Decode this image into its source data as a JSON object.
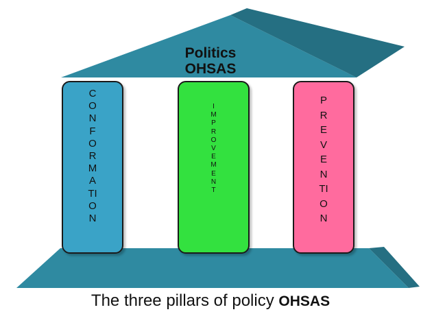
{
  "roof": {
    "line1": "Politics",
    "line2": "OHSAS"
  },
  "pillars": [
    {
      "label": "CONFORMATION"
    },
    {
      "label": "IMPROVEMENT"
    },
    {
      "label": "PREVENTION"
    }
  ],
  "caption": {
    "text": "The three pillars of policy",
    "bold": "OHSAS"
  },
  "colors": {
    "roof_and_base": "#2f8aa1",
    "roof_side": "#256f82",
    "pillar_left": "#3aa3c7",
    "pillar_middle": "#33e13f",
    "pillar_right": "#ff6b9e"
  }
}
